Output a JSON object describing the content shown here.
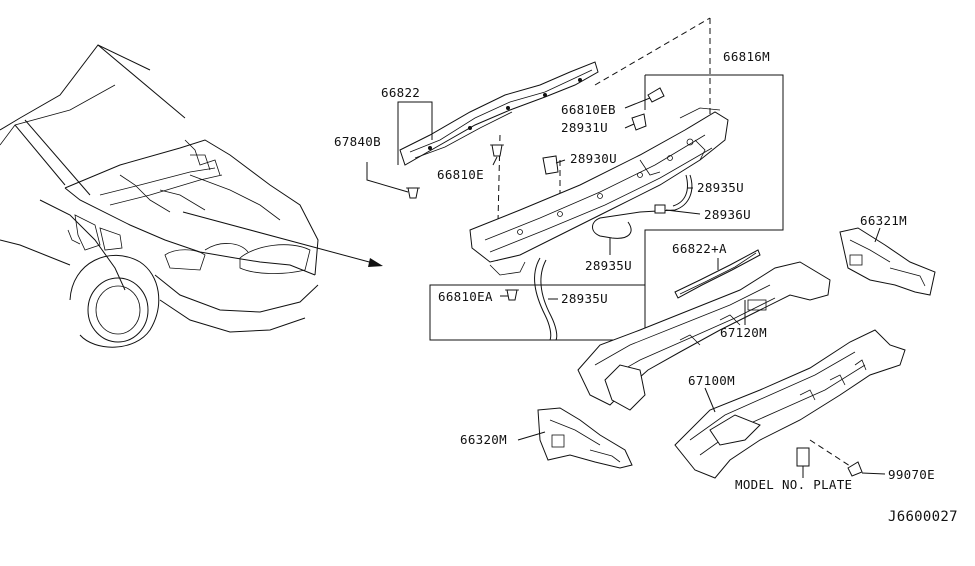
{
  "diagram_id": "J6600027",
  "labels": {
    "p66816M": "66816M",
    "p66822": "66822",
    "p67840B": "67840B",
    "p66810EB": "66810EB",
    "p28931U": "28931U",
    "p66810E": "66810E",
    "p28930U": "28930U",
    "p28935U_a": "28935U",
    "p28936U": "28936U",
    "p28935U_b": "28935U",
    "p66810EA": "66810EA",
    "p28935U_c": "28935U",
    "p66822A": "66822+A",
    "p66321M": "66321M",
    "p67120M": "67120M",
    "p67100M": "67100M",
    "p66320M": "66320M",
    "p99070E": "99070E",
    "model_plate": "MODEL NO. PLATE"
  }
}
